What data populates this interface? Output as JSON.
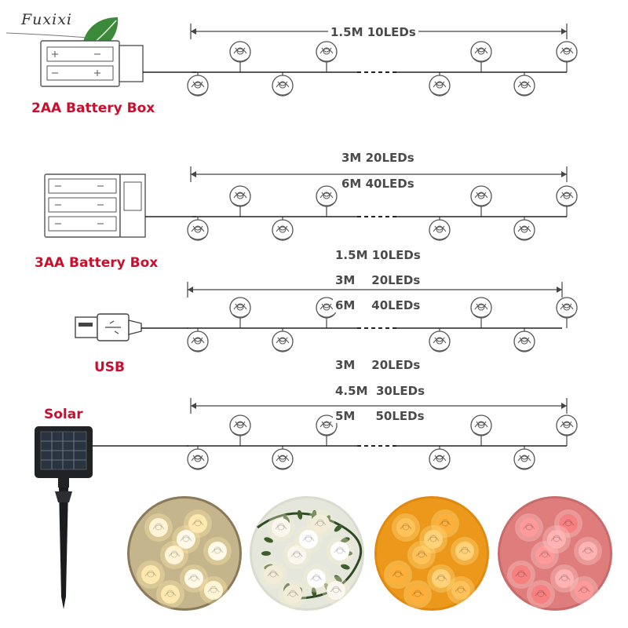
{
  "brand": {
    "name": "Fuxixi",
    "logo_icon": "monstera-leaf-icon"
  },
  "rows": [
    {
      "id": "aa2",
      "power_label": "2AA Battery Box",
      "power_icon": "battery-box-2aa-icon",
      "lengths": [
        "1.5M 10LEDs"
      ]
    },
    {
      "id": "aa3",
      "power_label": "3AA Battery Box",
      "power_icon": "battery-box-3aa-icon",
      "lengths": [
        "3M 20LEDs",
        "6M 40LEDs"
      ]
    },
    {
      "id": "usb",
      "power_label": "USB",
      "power_icon": "usb-plug-icon",
      "lengths": [
        "1.5M 10LEDs",
        "3M    20LEDs",
        "6M    40LEDs"
      ]
    },
    {
      "id": "solar",
      "power_label": "Solar",
      "power_icon": "solar-panel-stake-icon",
      "lengths": [
        "3M    20LEDs",
        "4.5M  30LEDs",
        "5M     50LEDs"
      ]
    }
  ],
  "photos": [
    {
      "name": "warm-white-rose-lights-photo",
      "tone": "#f5e6b8"
    },
    {
      "name": "vine-rose-lights-photo",
      "tone": "#eef0e8"
    },
    {
      "name": "orange-rose-lights-photo",
      "tone": "#f6a623"
    },
    {
      "name": "pink-rose-lights-photo",
      "tone": "#f08a8a"
    }
  ],
  "colors": {
    "label_red": "#c8102e",
    "text_gray": "#4a4a4a",
    "wire": "#222222"
  }
}
